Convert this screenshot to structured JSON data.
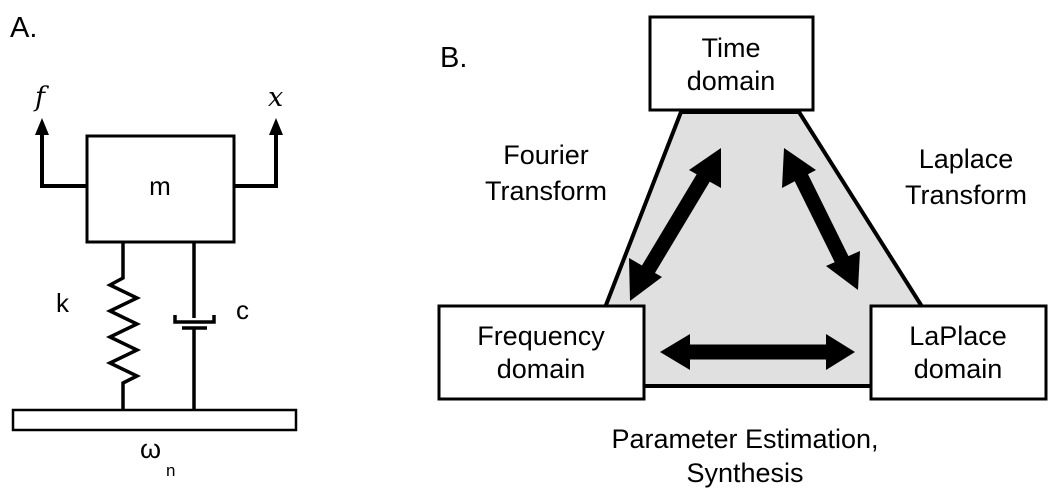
{
  "panel_a": {
    "label": "A.",
    "force_label": "f",
    "displacement_label": "x",
    "mass_label": "m",
    "spring_label": "k",
    "damper_label": "c",
    "omega_label": "ω",
    "omega_subscript": "n"
  },
  "panel_b": {
    "label": "B.",
    "time_box": [
      "Time",
      "domain"
    ],
    "frequency_box": [
      "Frequency",
      "domain"
    ],
    "laplace_box": [
      "LaPlace",
      "domain"
    ],
    "fourier_text": [
      "Fourier",
      "Transform"
    ],
    "laplace_text": [
      "Laplace",
      "Transform"
    ],
    "bottom_text": [
      "Parameter Estimation,",
      "Synthesis"
    ]
  },
  "colors": {
    "triangle_fill": "#e0e0e0",
    "stroke": "#000000"
  }
}
